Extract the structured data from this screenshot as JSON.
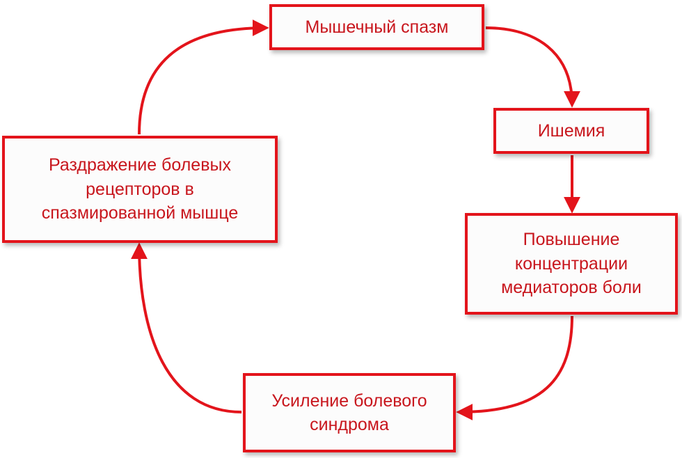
{
  "colors": {
    "accent": "#e3141b",
    "text": "#c8161d",
    "box_fill": "#fcfcfc"
  },
  "nodes": {
    "spasm": "Мышечный спазм",
    "ischemia": "Ишемия",
    "mediators": "Повышение\nконцентрации\nмедиаторов боли",
    "pain": "Усиление болевого\nсиндрома",
    "receptors": "Раздражение болевых\nрецепторов в\nспазмированной мышце"
  }
}
